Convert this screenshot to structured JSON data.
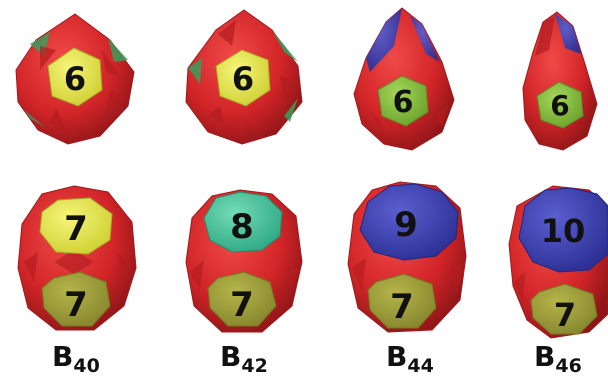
{
  "colors": {
    "boron_red": "#d8262a",
    "yellow_face": "#e9ea43",
    "olive_face": "#9e9f3c",
    "teal_face": "#3fc79a",
    "blue_face": "#3d42b4",
    "green_face": "#86c03b"
  },
  "clusters": [
    {
      "formula": "B",
      "subscript": "40",
      "top_face": "6",
      "bottom_face_upper": "7",
      "bottom_face_lower": "7"
    },
    {
      "formula": "B",
      "subscript": "42",
      "top_face": "6",
      "bottom_face_upper": "8",
      "bottom_face_lower": "7"
    },
    {
      "formula": "B",
      "subscript": "44",
      "top_face": "6",
      "bottom_face_upper": "9",
      "bottom_face_lower": "7"
    },
    {
      "formula": "B",
      "subscript": "46",
      "top_face": "6",
      "bottom_face_upper": "10",
      "bottom_face_lower": "7"
    }
  ]
}
